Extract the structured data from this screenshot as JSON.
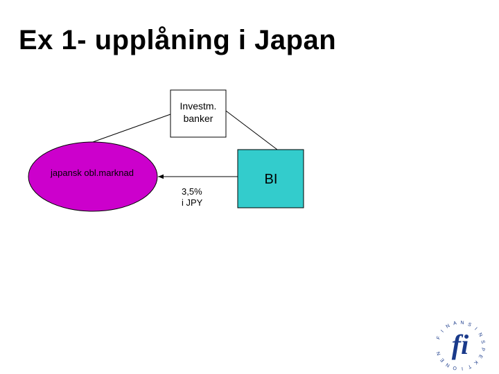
{
  "slide": {
    "title": "Ex 1- upplåning i Japan"
  },
  "diagram": {
    "investment_banks": {
      "line1": "Investm.",
      "line2": "banker"
    },
    "market": {
      "label": "japansk obl.marknad",
      "fill": "#CC00CC"
    },
    "bi": {
      "label": "BI",
      "fill": "#33CCCC"
    },
    "rate": {
      "line1": "3,5%",
      "line2": "i JPY"
    }
  },
  "logo": {
    "name": "finansinspektionen-logo",
    "text": "FINANSINSPEKTIONEN",
    "letters": "fi",
    "color": "#1a3a8a"
  }
}
